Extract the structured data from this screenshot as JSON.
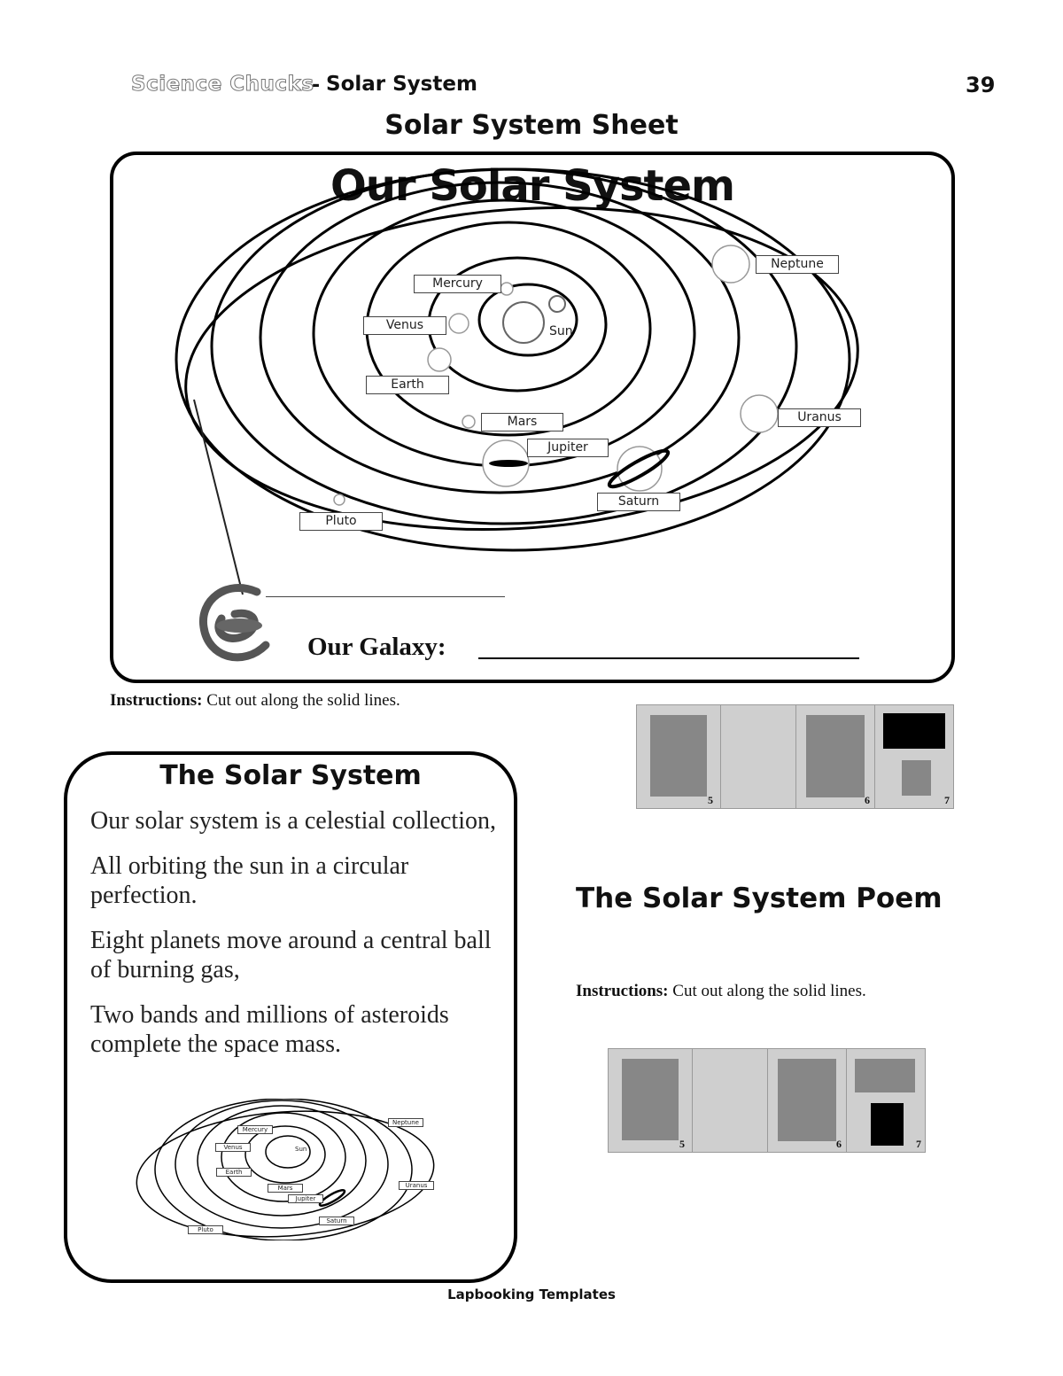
{
  "header": {
    "series": "Science Chucks",
    "separator": "-",
    "topic": "Solar System",
    "page_number": "39"
  },
  "sheet_title": "Solar System Sheet",
  "solar_card": {
    "title": "Our Solar System",
    "sun_label": "Sun",
    "planet_labels": {
      "mercury": "Mercury",
      "venus": "Venus",
      "earth": "Earth",
      "mars": "Mars",
      "jupiter": "Jupiter",
      "saturn": "Saturn",
      "uranus": "Uranus",
      "neptune": "Neptune",
      "pluto": "Pluto"
    },
    "galaxy_label": "Our Galaxy:",
    "galaxy_icon": "spiral-galaxy-icon"
  },
  "instructions_1": {
    "label": "Instructions:",
    "text": " Cut out along the solid lines."
  },
  "fold_diagram_1": {
    "panel_numbers": [
      "5",
      "6",
      "7"
    ]
  },
  "poem_card": {
    "title": "The Solar System",
    "stanzas": [
      "Our solar system is a celestial collection,",
      "All orbiting the sun in a circular perfection.",
      "Eight planets move around a central ball of burning gas,",
      "Two bands and millions of asteroids complete the space mass."
    ],
    "mini_labels": {
      "mercury": "Mercury",
      "venus": "Venus",
      "earth": "Earth",
      "mars": "Mars",
      "jupiter": "Jupiter",
      "saturn": "Saturn",
      "uranus": "Uranus",
      "neptune": "Neptune",
      "pluto": "Pluto",
      "sun": "Sun"
    }
  },
  "poem_section": {
    "title": "The Solar System Poem"
  },
  "instructions_2": {
    "label": "Instructions:",
    "text": " Cut out along the solid lines."
  },
  "fold_diagram_2": {
    "panel_numbers": [
      "5",
      "6",
      "7"
    ]
  },
  "footer": "Lapbooking Templates"
}
